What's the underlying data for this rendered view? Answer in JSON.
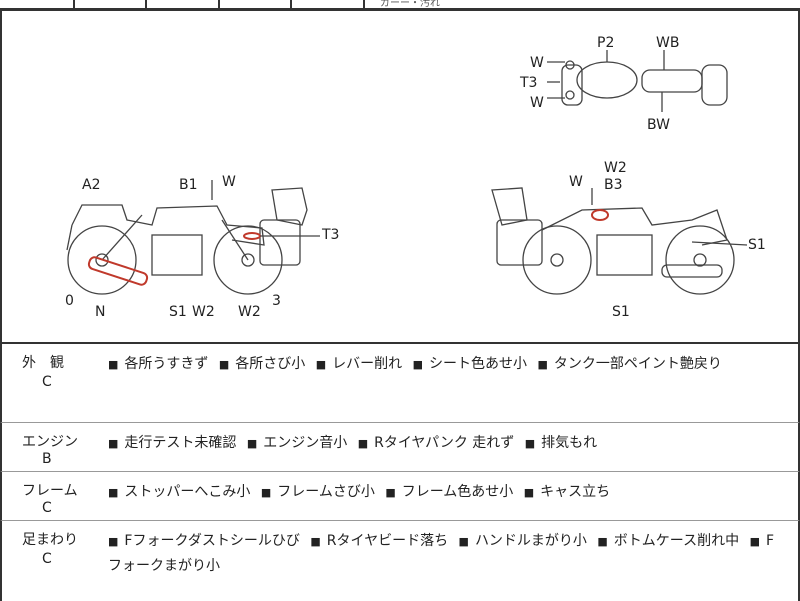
{
  "header_fragment": "ガーー・汚れ",
  "diagram": {
    "top_view": [
      "W",
      "P2",
      "WB",
      "T3",
      "W",
      "BW"
    ],
    "left_view": [
      "A2",
      "B1",
      "W",
      "T3",
      "0",
      "N",
      "S1",
      "W2",
      "W2",
      "3"
    ],
    "right_view": [
      "W2",
      "W",
      "B3",
      "S1",
      "S1"
    ]
  },
  "sections": [
    {
      "category": "外　観",
      "grade": "C",
      "notes": [
        "各所うすきず",
        "各所さび小",
        "レバー削れ",
        "シート色あせ小",
        "タンク一部ペイント艶戻り"
      ]
    },
    {
      "category": "エンジン",
      "grade": "B",
      "notes": [
        "走行テスト未確認",
        "エンジン音小",
        "Rタイヤパンク 走れず",
        "排気もれ"
      ]
    },
    {
      "category": "フレーム",
      "grade": "C",
      "notes": [
        "ストッパーへこみ小",
        "フレームさび小",
        "フレーム色あせ小",
        "キャス立ち"
      ]
    },
    {
      "category": "足まわり",
      "grade": "C",
      "notes": [
        "Fフォークダストシールひび",
        "Rタイヤビード落ち",
        "ハンドルまがり小",
        "ボトムケース削れ中",
        "Fフォークまがり小"
      ]
    }
  ],
  "bullet": "■",
  "colors": {
    "line": "#333333",
    "damage": "#c0392b"
  }
}
